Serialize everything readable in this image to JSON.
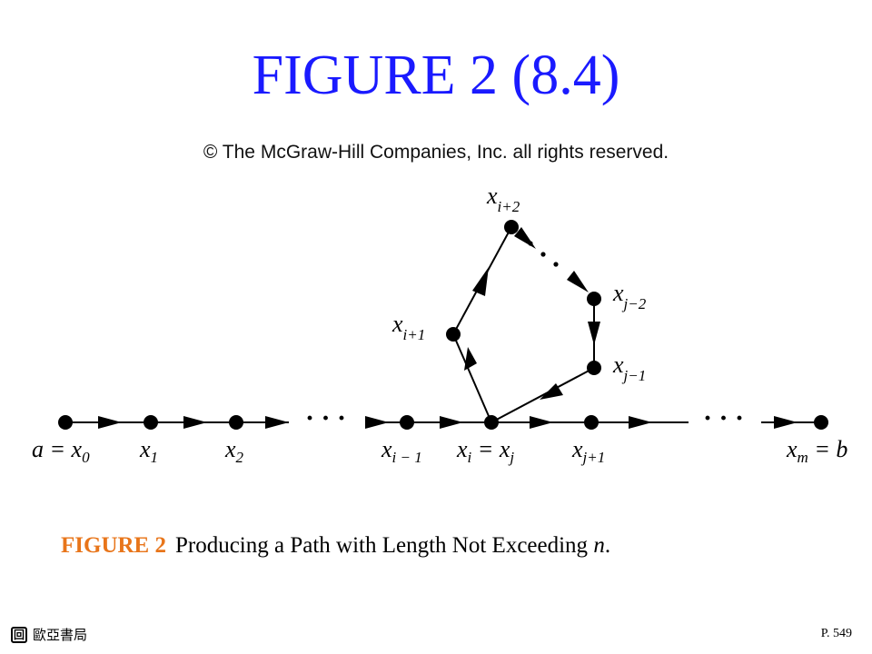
{
  "slide": {
    "title": "FIGURE 2 (8.4)",
    "copyright": "© The McGraw-Hill Companies, Inc. all rights reserved."
  },
  "diagram": {
    "nodes": [
      {
        "id": "x0",
        "label": "a = x",
        "sub": "0",
        "after": ""
      },
      {
        "id": "x1",
        "label": "x",
        "sub": "1",
        "after": ""
      },
      {
        "id": "x2",
        "label": "x",
        "sub": "2",
        "after": ""
      },
      {
        "id": "xi-1",
        "label": "x",
        "sub": "i − 1",
        "after": ""
      },
      {
        "id": "xi",
        "label": "x",
        "sub": "i",
        "mid": " = x",
        "sub2": "j",
        "after": ""
      },
      {
        "id": "xj+1",
        "label": "x",
        "sub": "j+1",
        "after": ""
      },
      {
        "id": "xm",
        "label": "x",
        "sub": "m",
        "after": " = b"
      },
      {
        "id": "xi+1",
        "label": "x",
        "sub": "i+1",
        "after": ""
      },
      {
        "id": "xi+2",
        "label": "x",
        "sub": "i+2",
        "after": ""
      },
      {
        "id": "xj-2",
        "label": "x",
        "sub": "j−2",
        "after": ""
      },
      {
        "id": "xj-1",
        "label": "x",
        "sub": "j−1",
        "after": ""
      }
    ],
    "ellipsis": "· · ·"
  },
  "caption": {
    "label": "FIGURE 2",
    "text_before": "Producing a Path with Length Not Exceeding ",
    "variable": "n",
    "text_after": "."
  },
  "footer": {
    "logo_glyph": "回",
    "publisher": "歐亞書局",
    "page": "P. 549"
  },
  "colors": {
    "title": "#1a1aff",
    "caption_label": "#e8751a"
  }
}
